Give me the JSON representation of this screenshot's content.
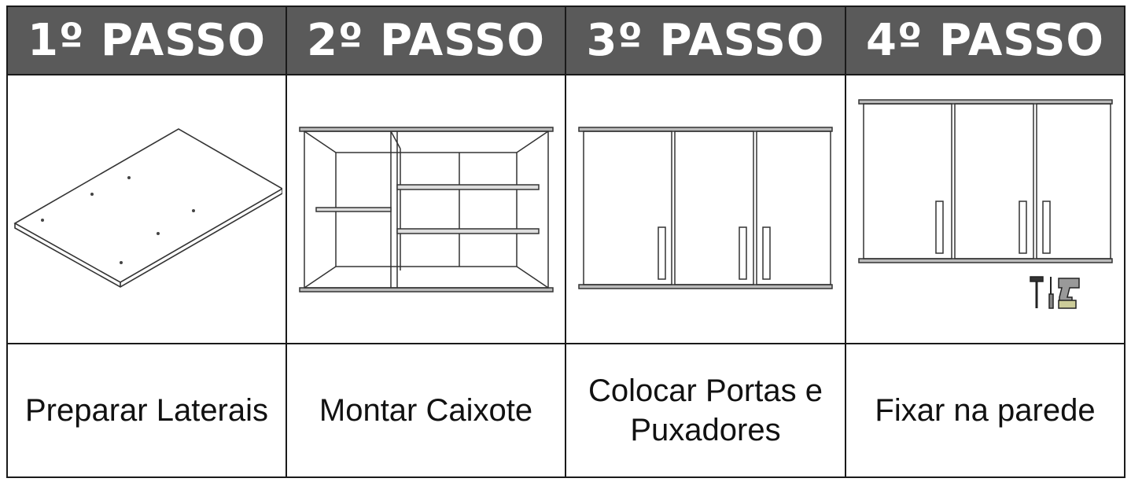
{
  "steps": [
    {
      "title": "1º PASSO",
      "caption": "Preparar Laterais",
      "illustration": "flat-panel-icon"
    },
    {
      "title": "2º PASSO",
      "caption": "Montar Caixote",
      "illustration": "open-cabinet-icon"
    },
    {
      "title": "3º PASSO",
      "caption": "Colocar Portas e Puxadores",
      "illustration": "cabinet-doors-icon"
    },
    {
      "title": "4º PASSO",
      "caption": "Fixar na parede",
      "illustration": "wall-cabinet-tools-icon"
    }
  ],
  "colors": {
    "header_bg": "#5a5a5a",
    "header_text": "#ffffff",
    "border": "#1a1a1a"
  }
}
